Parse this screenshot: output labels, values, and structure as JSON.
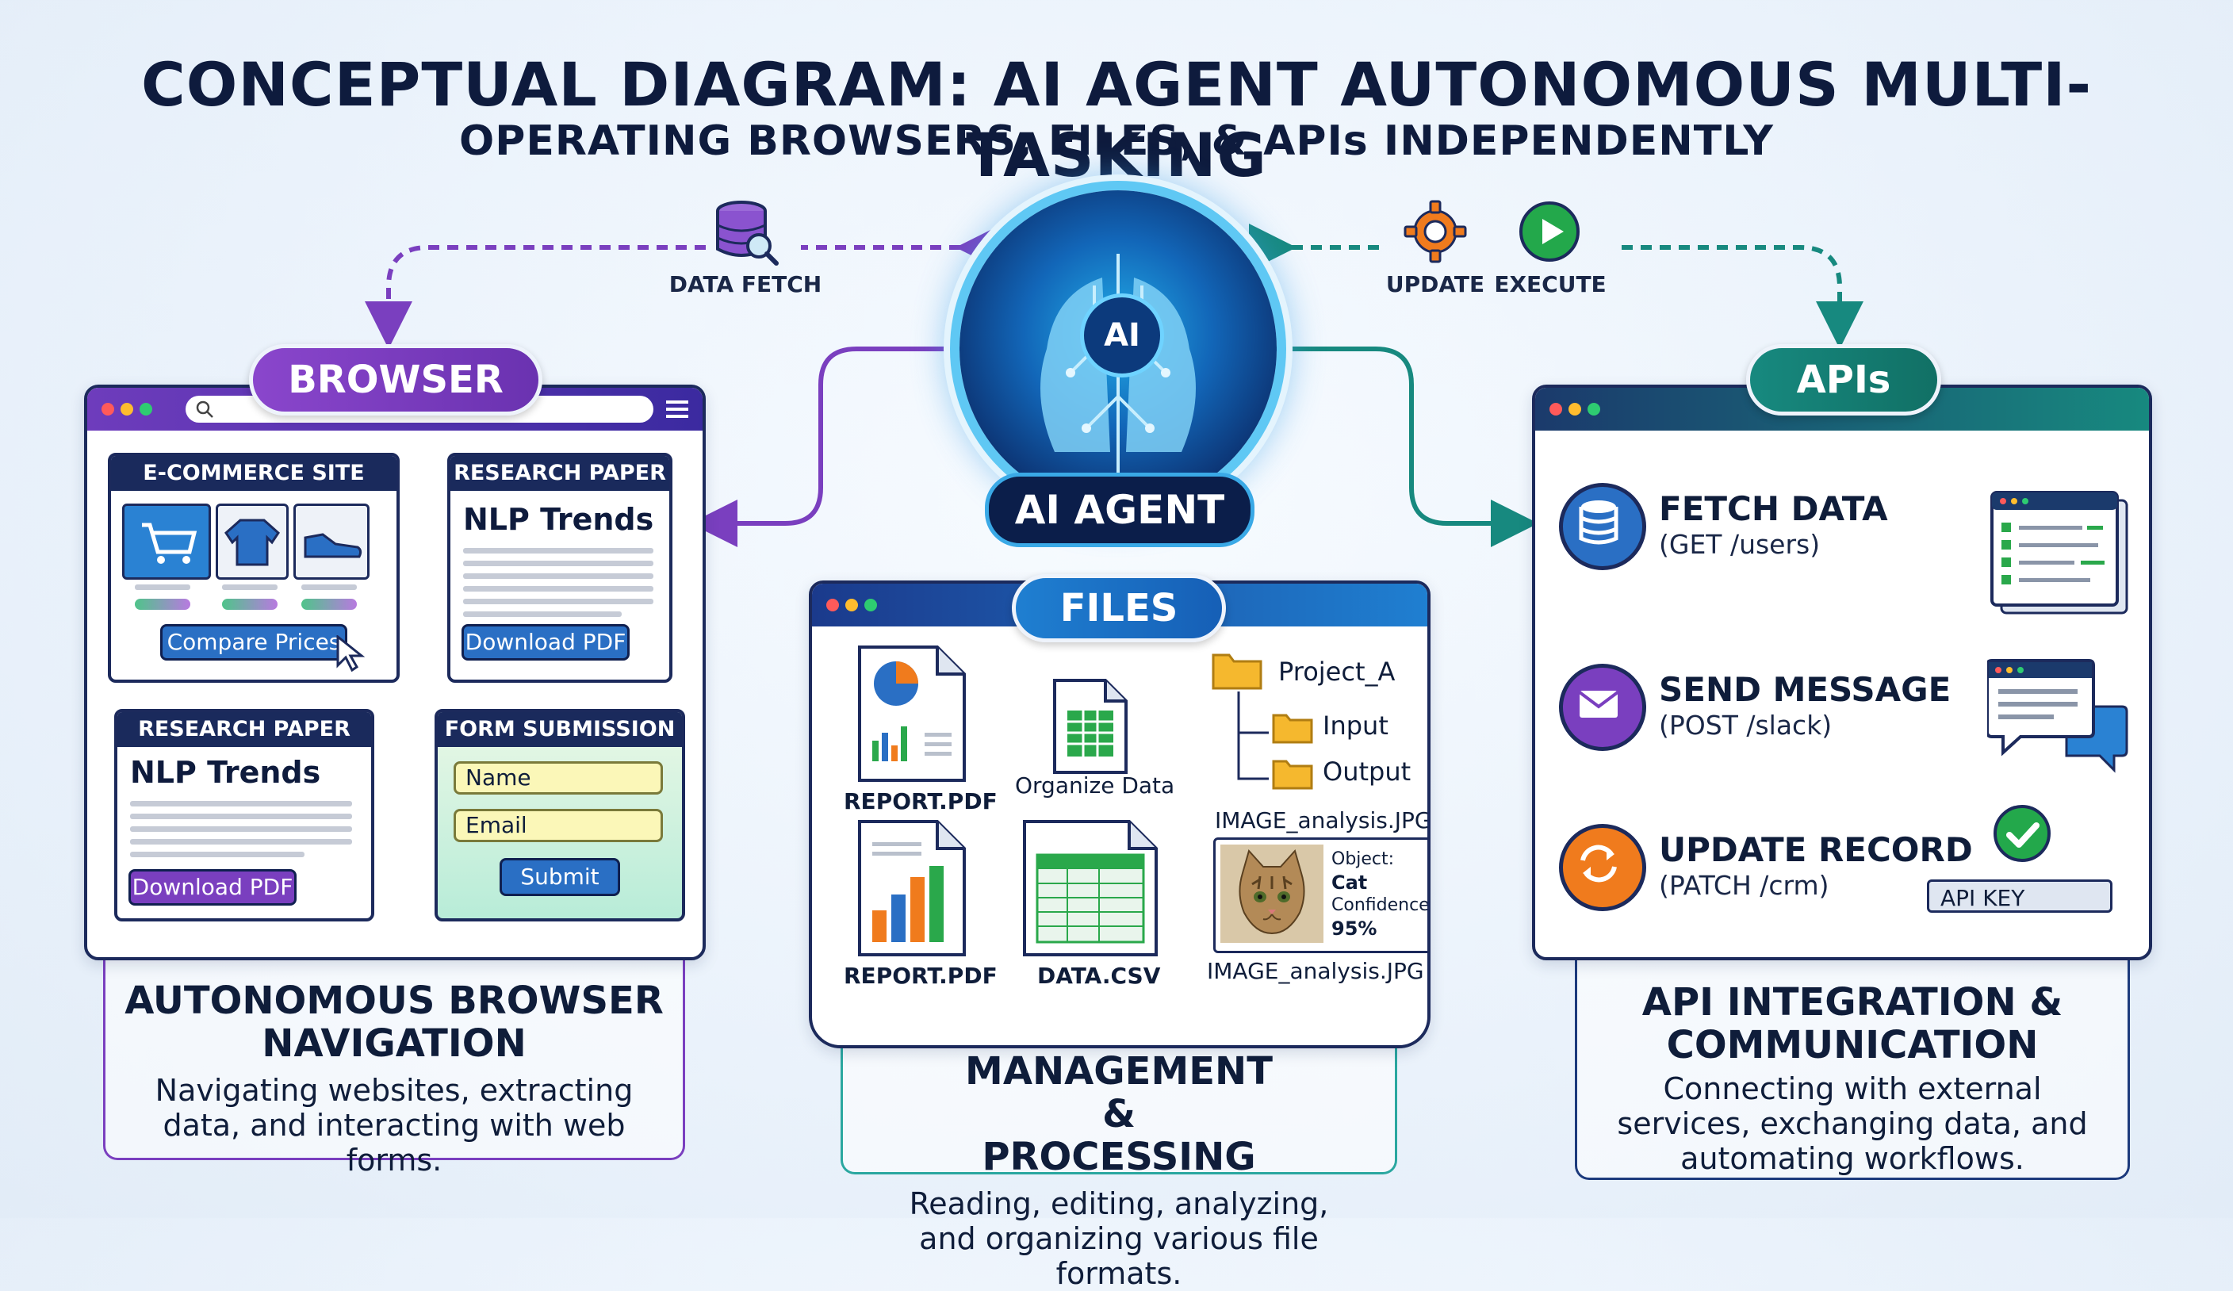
{
  "title": "CONCEPTUAL DIAGRAM: AI AGENT AUTONOMOUS MULTI-TASKING",
  "subtitle": "OPERATING BROWSERS, FILES, & APIs INDEPENDENTLY",
  "agent": {
    "chip": "AI",
    "label": "AI AGENT"
  },
  "flows": {
    "data_fetch": "DATA FETCH",
    "update": "UPDATE",
    "execute": "EXECUTE"
  },
  "colors": {
    "browser": "#7a3fbf",
    "files": "#1f7fd1",
    "apis": "#17897f",
    "navy": "#0e1b3d"
  },
  "browser": {
    "badge": "BROWSER",
    "ecommerce": {
      "header": "E-COMMERCE SITE",
      "button": "Compare Prices"
    },
    "paper1": {
      "header": "RESEARCH PAPER",
      "title": "NLP Trends",
      "button": "Download PDF"
    },
    "paper2": {
      "header": "RESEARCH PAPER",
      "title": "NLP Trends",
      "button": "Download PDF"
    },
    "form": {
      "header": "FORM SUBMISSION",
      "name_field": "Name",
      "email_field": "Email",
      "button": "Submit"
    },
    "caption_title": "AUTONOMOUS BROWSER NAVIGATION",
    "caption_text": "Navigating websites, extracting data, and interacting with web forms."
  },
  "files": {
    "badge": "FILES",
    "report1": "REPORT.PDF",
    "report2": "REPORT.PDF",
    "organize": "Organize Data",
    "datacsv": "DATA.CSV",
    "folder_root": "Project_A",
    "folder_input": "Input",
    "folder_output": "Output",
    "image_label_top": "IMAGE_analysis.JPG",
    "image_label_bottom": "IMAGE_analysis.JPG",
    "detect_object_label": "Object:",
    "detect_object_value": "Cat",
    "detect_conf_label": "Confidence:",
    "detect_conf_value": "95%",
    "caption_title": "FILE MANAGEMENT & PROCESSING",
    "caption_text": "Reading, editing, analyzing, and organizing various file formats."
  },
  "apis": {
    "badge": "APIs",
    "fetch_title": "FETCH DATA",
    "fetch_sub": "(GET /users)",
    "send_title": "SEND MESSAGE",
    "send_sub": "(POST /slack)",
    "update_title": "UPDATE RECORD",
    "update_sub": "(PATCH /crm)",
    "api_key": "API KEY",
    "caption_title": "API INTEGRATION & COMMUNICATION",
    "caption_text": "Connecting with external services, exchanging data, and automating workflows."
  }
}
